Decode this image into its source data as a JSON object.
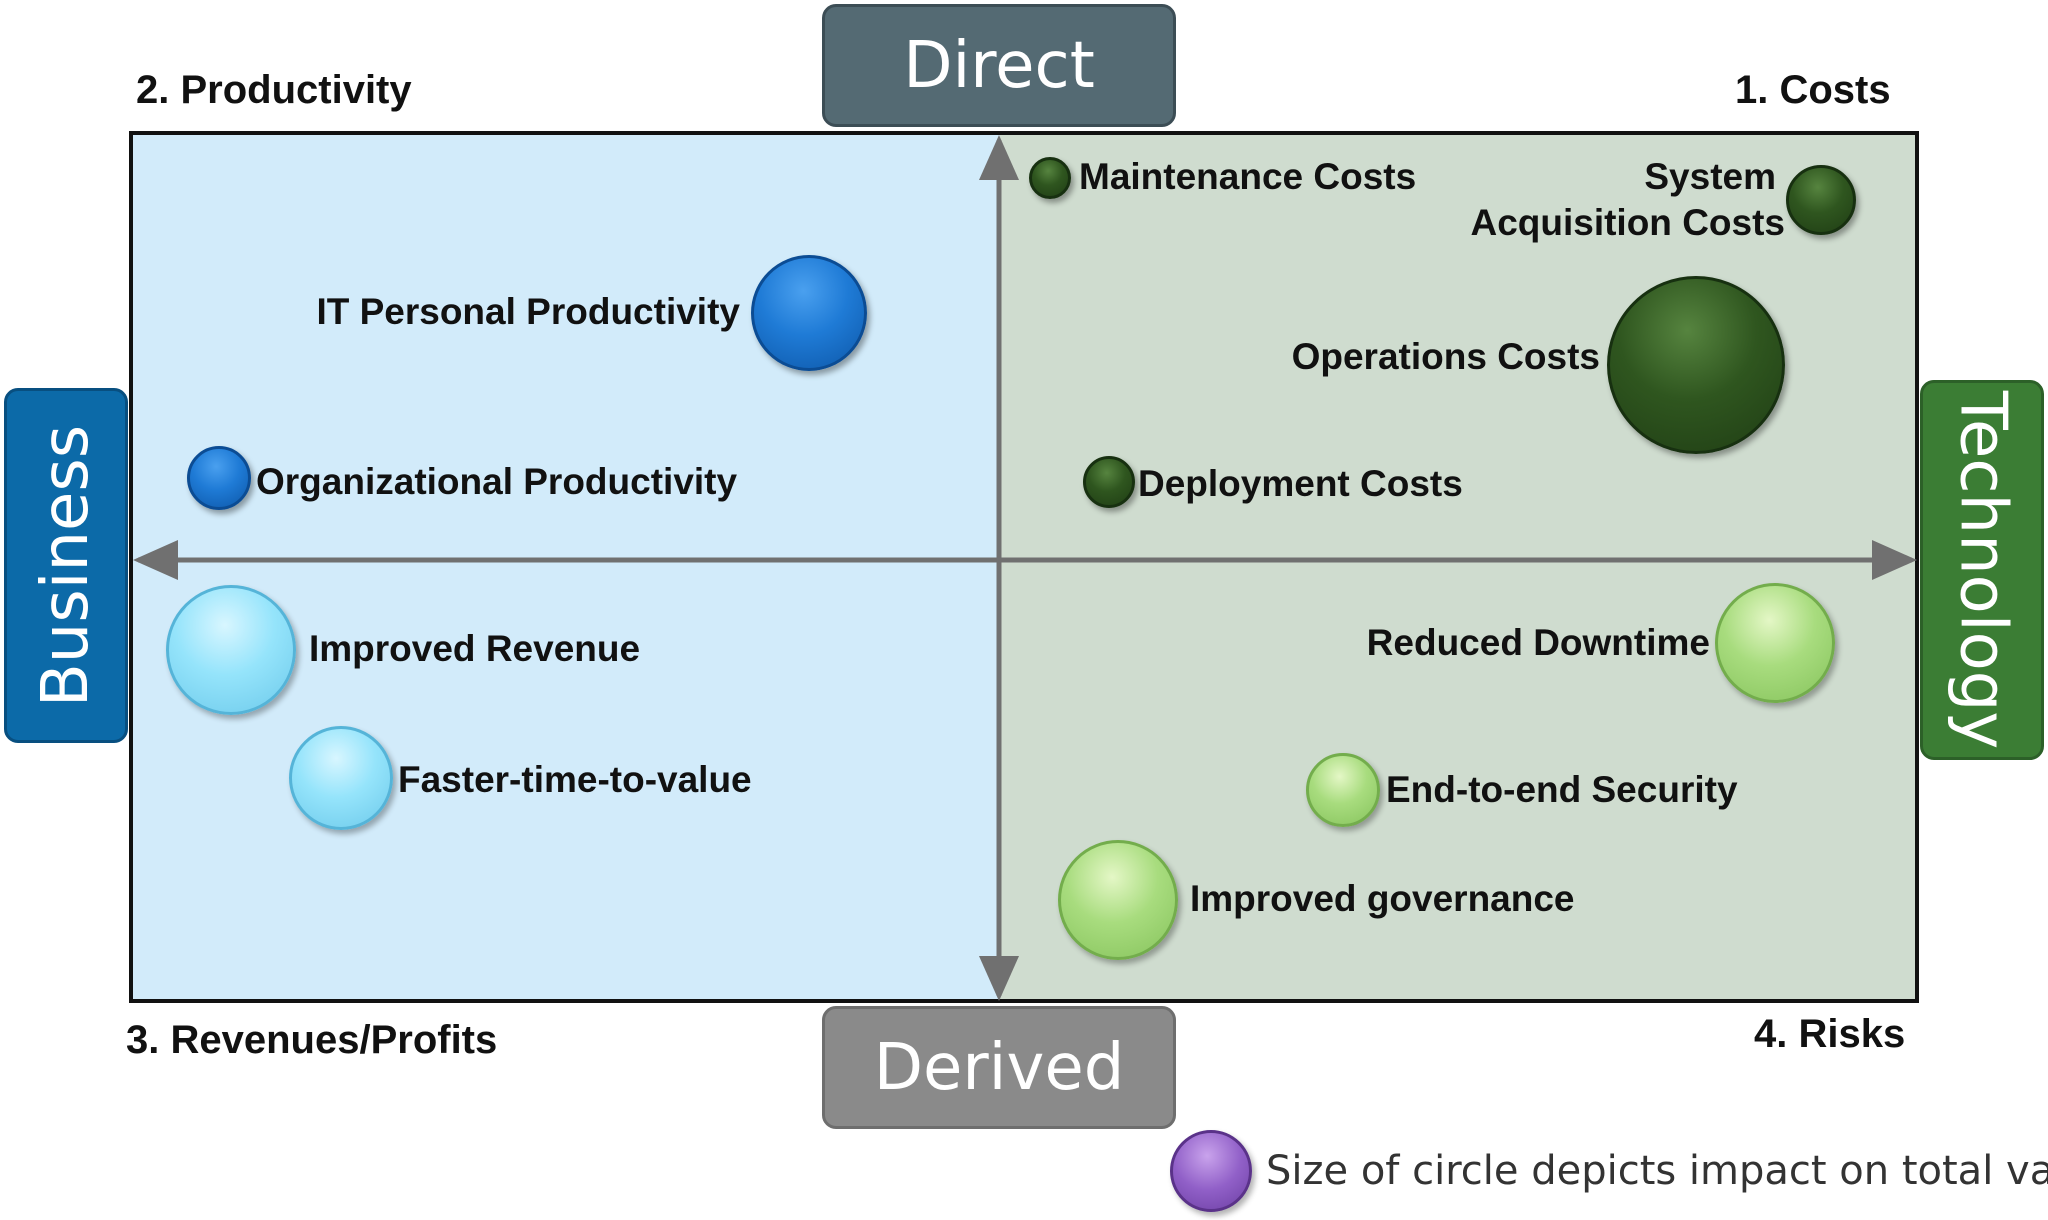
{
  "axes": {
    "top": "Direct",
    "bottom": "Derived",
    "left": "Business",
    "right": "Technology"
  },
  "quadrants": {
    "top_left": "2. Productivity",
    "top_right": "1. Costs",
    "bottom_left": "3. Revenues/Profits",
    "bottom_right": "4. Risks"
  },
  "items": {
    "it_personal_productivity": "IT Personal Productivity",
    "organizational_productivity": "Organizational Productivity",
    "improved_revenue": "Improved Revenue",
    "faster_time_to_value": "Faster-time-to-value",
    "maintenance_costs": "Maintenance Costs",
    "system_acquisition_costs_line1": "System",
    "system_acquisition_costs_line2": "Acquisition Costs",
    "operations_costs": "Operations Costs",
    "deployment_costs": "Deployment Costs",
    "reduced_downtime": "Reduced Downtime",
    "end_to_end_security": "End-to-end Security",
    "improved_governance": "Improved governance"
  },
  "legend": {
    "text": "Size of circle depicts impact on total value"
  },
  "colors": {
    "productivity": "#1f7bd6",
    "revenues": "#95e4fb",
    "costs": "#2f561f",
    "risks": "#a8dc7e",
    "legend": "#9160c8",
    "business": "#0c6aa8",
    "technology": "#3b7d34",
    "direct": "#546a73",
    "derived": "#8a8a8a"
  }
}
